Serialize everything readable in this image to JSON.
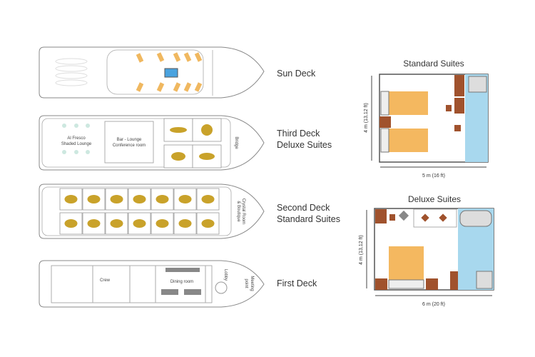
{
  "decks": [
    {
      "label": "Sun Deck"
    },
    {
      "label": "Third Deck",
      "sublabel": "Deluxe Suites",
      "rooms": [
        "Al Fresco",
        "Shaded Lounge",
        "Bar - Lounge",
        "Conference room",
        "Bridge"
      ],
      "cabin_icons": [
        "dolphin-icon",
        "snake-icon",
        "armadillo-icon",
        "jaguar-icon"
      ]
    },
    {
      "label": "Second Deck",
      "sublabel": "Standard Suites",
      "rooms": [
        "Crystal Room",
        "& Boutique"
      ],
      "cabin_icons": [
        "butterfly-icon",
        "fish-icon",
        "ant-icon",
        "lizard-icon",
        "frog-icon",
        "capybara-icon",
        "toucan-icon",
        "coati-icon",
        "tapir-icon",
        "otter-icon",
        "monkey-icon",
        "caiman-icon",
        "turtle-icon",
        "parrot-icon"
      ]
    },
    {
      "label": "First Deck",
      "rooms": [
        "Crew",
        "Dining room",
        "Lobby",
        "Meeting",
        "point"
      ]
    }
  ],
  "suites": {
    "standard": {
      "title": "Standard Suites",
      "height_dim": "4 m (13,12 ft)",
      "width_dim": "5 m (16 ft)"
    },
    "deluxe": {
      "title": "Deluxe Suites",
      "height_dim": "4 m (13,12 ft)",
      "width_dim": "6 m (20 ft)"
    }
  },
  "colors": {
    "gold": "#c9a22a",
    "wood": "#a0522d",
    "bed": "#f4b860",
    "bath": "#a8d8ee"
  }
}
